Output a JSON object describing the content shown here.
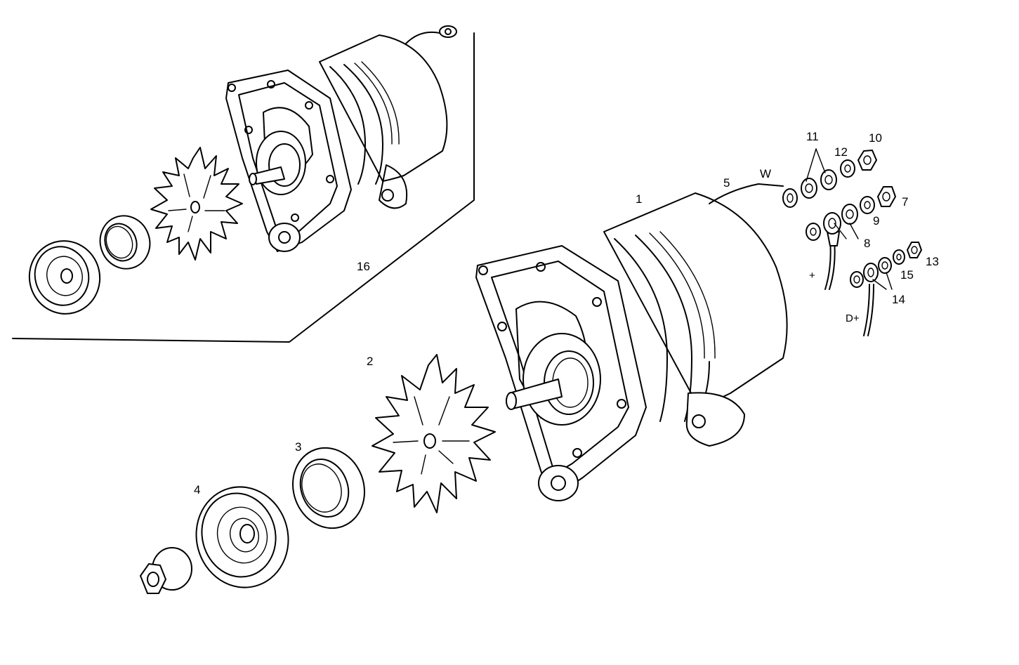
{
  "callouts": {
    "c1": "1",
    "c2": "2",
    "c3": "3",
    "c4": "4",
    "c5": "5",
    "c7": "7",
    "c8": "8",
    "c9": "9",
    "c10": "10",
    "c11": "11",
    "c12": "12",
    "c13": "13",
    "c14": "14",
    "c15": "15",
    "c16": "16"
  },
  "terminals": {
    "w": "W",
    "plus": "+",
    "dplus": "D+"
  },
  "colors": {
    "line": "#000000",
    "background": "#ffffff"
  }
}
